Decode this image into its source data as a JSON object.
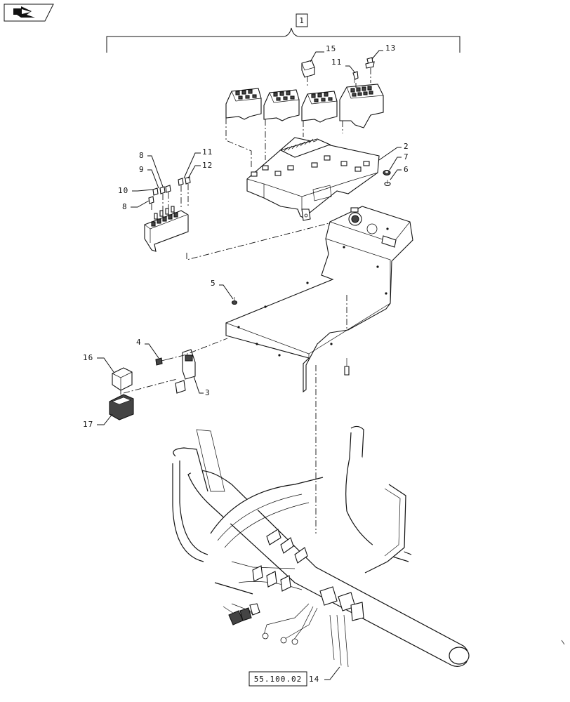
{
  "nav_icon": "back-arrow-icon",
  "assembly_callout": "1",
  "reference_box": "55.100.02",
  "callouts": {
    "c2": "2",
    "c3": "3",
    "c4": "4",
    "c5": "5",
    "c6": "6",
    "c7": "7",
    "c8a": "8",
    "c8b": "8",
    "c9": "9",
    "c10": "10",
    "c11a": "11",
    "c11b": "11",
    "c12": "12",
    "c13": "13",
    "c14": "14",
    "c15": "15",
    "c16": "16",
    "c17": "17"
  }
}
